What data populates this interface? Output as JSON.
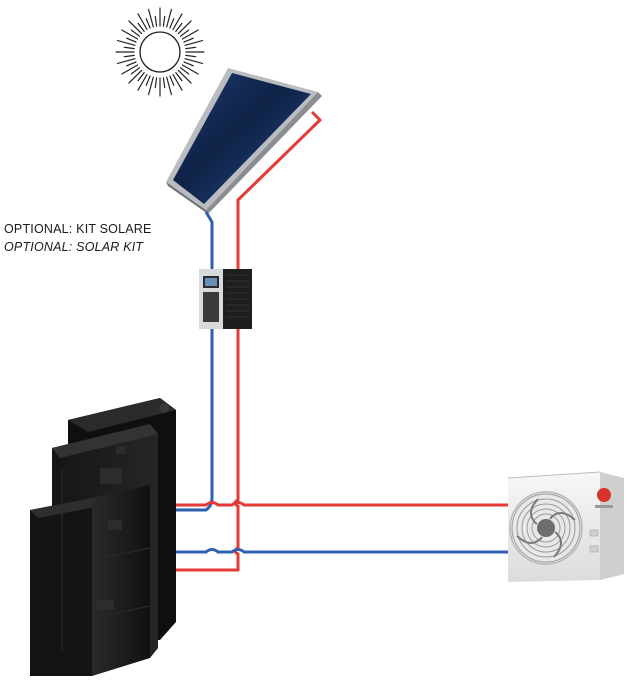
{
  "labels": {
    "optional_it": "OPTIONAL: KIT SOLARE",
    "optional_en": "OPTIONAL: SOLAR KIT"
  },
  "colors": {
    "hot_pipe": "#e53935",
    "cold_pipe": "#2f5fb0",
    "unit_body": "#1c1c1c",
    "panel_glass": "#12264a"
  },
  "icons": [
    "sun-icon",
    "solar-panel",
    "solar-controller",
    "indoor-unit",
    "outdoor-heat-pump"
  ]
}
